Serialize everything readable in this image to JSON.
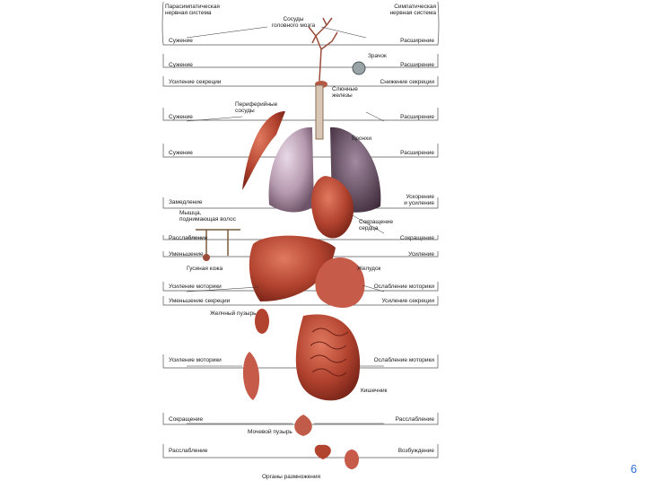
{
  "header": {
    "left": "Парасимпатическая\nнервная система",
    "right": "Симпатическая\nнервная система",
    "center": "Сосуды\nголовного мозга"
  },
  "organs": {
    "eye": "Зрачок",
    "salivary": "Слюнные\nжелезы",
    "peripheral": "Периферийные\nсосуды",
    "bronchi": "Бронхи",
    "heart": "Сокращение\nсердца",
    "hair": "Мышца,\nподнимающая волос",
    "goose": "Гусиная кожа",
    "stomach": "Желудок",
    "gallbladder": "Желчный пузырь",
    "intestine": "Кишечник",
    "bladder": "Мочевой пузырь",
    "genitals": "Органы размножения"
  },
  "left_labels": [
    "Сужение",
    "Сужение",
    "Усиление секреции",
    "Сужение",
    "Сужение",
    "Замедление",
    "Расслабление",
    "Уменьшение",
    "Усиление моторики",
    "Уменьшение секреции",
    "Усиление моторики",
    "Сокращение",
    "Расслабление"
  ],
  "right_labels": [
    "Расширение",
    "Расширение",
    "Снижение секреции",
    "Расширение",
    "Расширение",
    "Ускорение\nи усиление",
    "Сокращение",
    "Усиление",
    "Ослабление моторики",
    "Усиление секреции",
    "Ослабление моторики",
    "Расслабление",
    "Возбуждение"
  ],
  "page_number": "6",
  "colors": {
    "accent": "#2e6fd6",
    "organ_red": "#a8352a",
    "lung": "#b79bb0",
    "rule": "#555555"
  }
}
